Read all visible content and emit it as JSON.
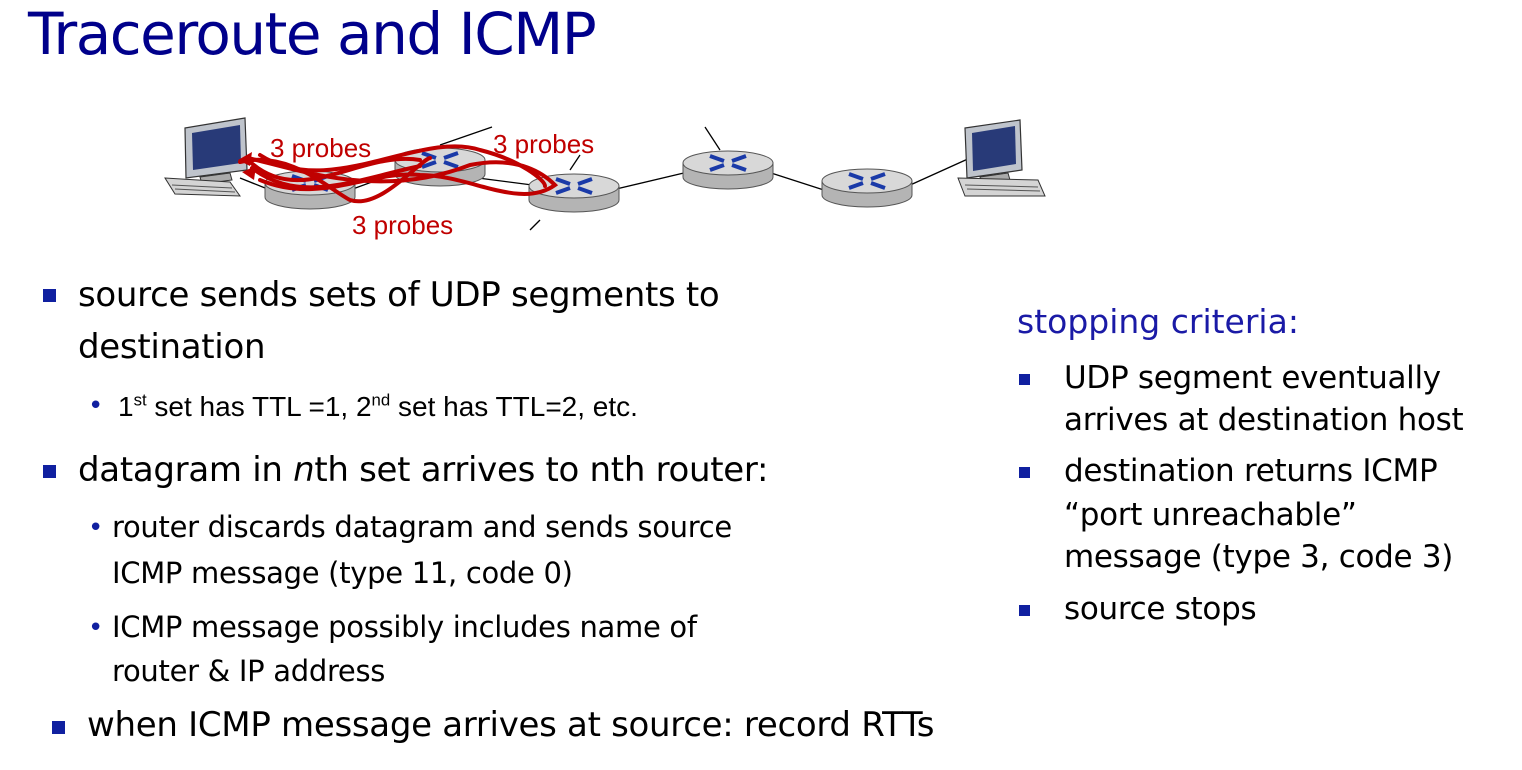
{
  "title": "Traceroute and ICMP",
  "diagram": {
    "probe_labels": [
      "3 probes",
      "3 probes",
      "3 probes"
    ],
    "colors": {
      "probe_path": "#c00000",
      "router_top": "#d8d8d8",
      "router_side": "#b4b4b4",
      "router_mark": "#1a3aa8"
    }
  },
  "bullets": [
    {
      "text": "source sends sets of UDP segments to",
      "text2": "destination"
    },
    {
      "text": "datagram in ",
      "italic": "n",
      "text_after": "th set arrives to nth router:"
    },
    {
      "text": "when ICMP message arrives at source: record RTTs"
    }
  ],
  "sub1": {
    "a": "1",
    "a_sup": "st",
    "b": " set has TTL =1, 2",
    "b_sup": "nd",
    "c": " set has TTL=2, etc."
  },
  "sub2": [
    {
      "line1": "router discards datagram and sends source",
      "line2": "ICMP message (type 11, code 0)"
    },
    {
      "line1": "ICMP message possibly includes name of",
      "line2": "router & IP address"
    }
  ],
  "right": {
    "heading": "stopping criteria:",
    "items": [
      {
        "line1": "UDP segment eventually",
        "line2": "arrives at destination host"
      },
      {
        "line1": "destination returns ICMP",
        "line2": "“port unreachable”",
        "line3": "message (type 3, code 3)"
      },
      {
        "line1": "source stops"
      }
    ]
  }
}
